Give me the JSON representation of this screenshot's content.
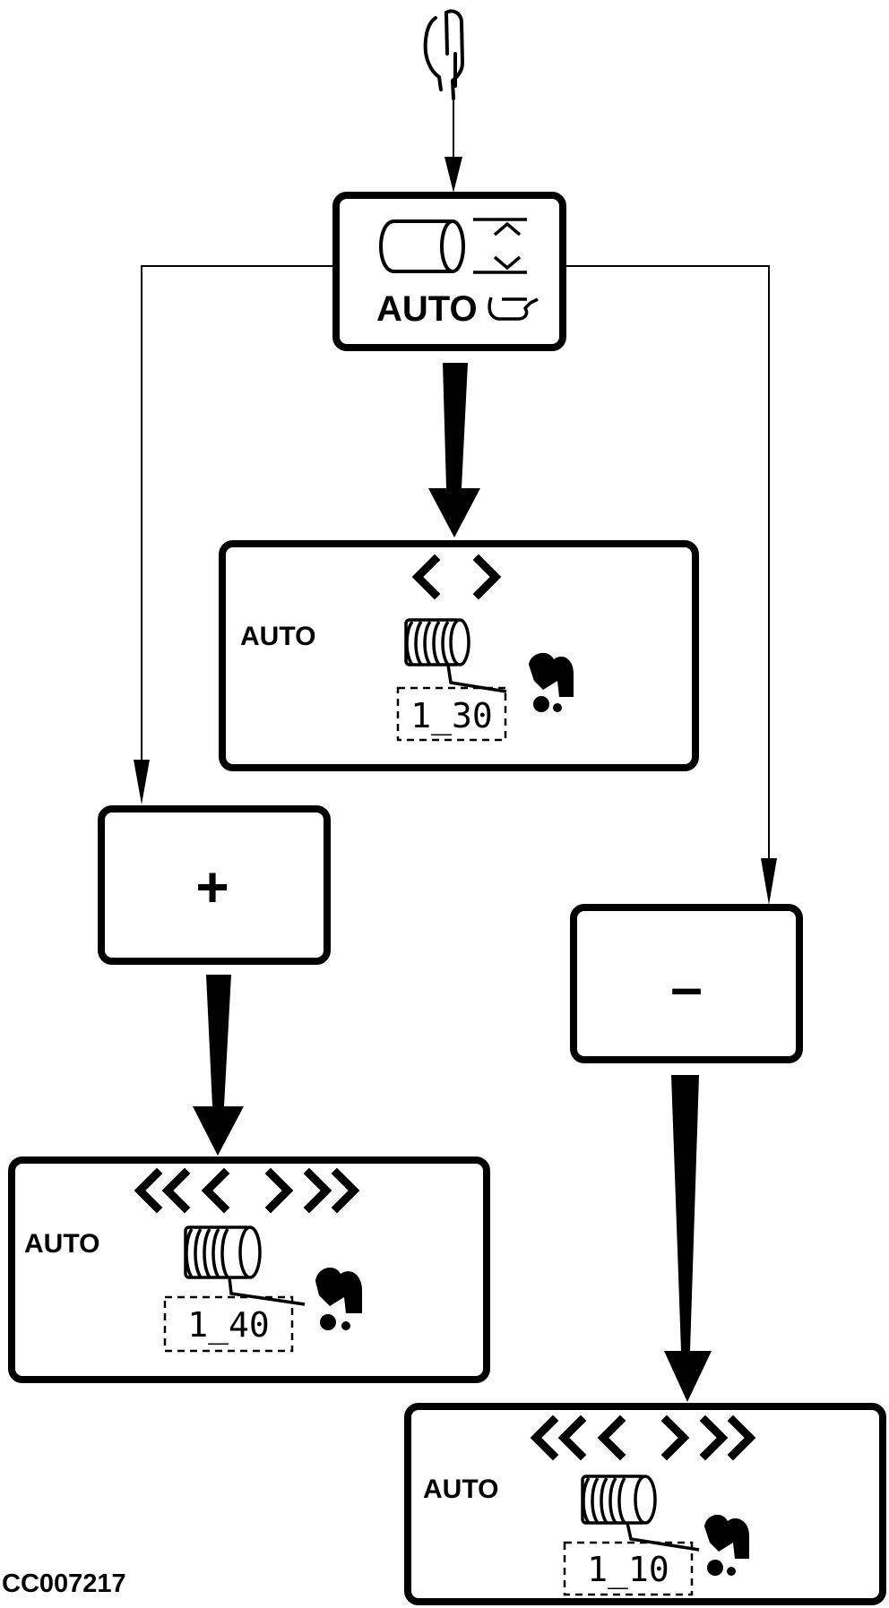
{
  "figure_code": "CC007217",
  "start_box": {
    "auto_label": "AUTO"
  },
  "plus_box": {
    "symbol": "+"
  },
  "minus_box": {
    "symbol": "–"
  },
  "display_current": {
    "auto_label": "AUTO",
    "value": "1_30"
  },
  "display_plus": {
    "auto_label": "AUTO",
    "value": "1_40"
  },
  "display_minus": {
    "auto_label": "AUTO",
    "value": "1_10"
  },
  "colors": {
    "ink": "#000000",
    "background": "#ffffff"
  }
}
